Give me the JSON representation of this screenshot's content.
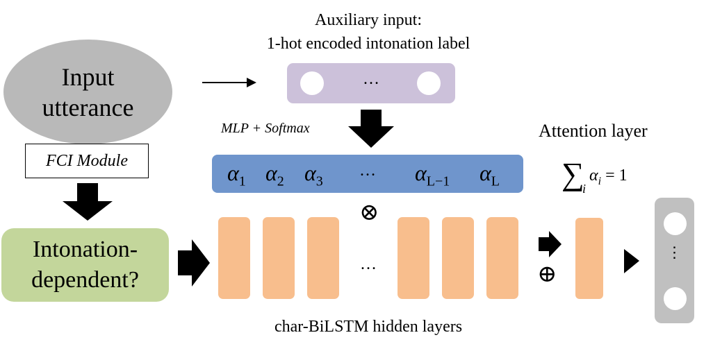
{
  "input_node": {
    "line1": "Input",
    "line2": "utterance"
  },
  "auxiliary": {
    "line1": "Auxiliary  input:",
    "line2": "1-hot encoded  intonation label",
    "dots": "…"
  },
  "mlp_label": "MLP + Softmax",
  "attention": {
    "title": "Attention  layer",
    "formula_sigma": "∑",
    "formula_sub": "i",
    "formula_rest": "α",
    "formula_rest_sub": "i",
    "formula_eq": " = 1"
  },
  "alpha_weights": {
    "symbol": "α",
    "subscripts": [
      "1",
      "2",
      "3",
      "L−1",
      "L"
    ],
    "dots": "…"
  },
  "fci_module": "FCI Module",
  "decision_node": {
    "line1": "Intonation-",
    "line2": "dependent?"
  },
  "operators": {
    "multiply": "⊗",
    "add": "⊕"
  },
  "hidden_layers": {
    "label": "char-BiLSTM  hidden layers",
    "dots": "…"
  },
  "output": {
    "dots": "⋮"
  },
  "colors": {
    "input_node": "#b9b9b9",
    "aux_bar": "#ccc1da",
    "alpha_bar": "#6f95cc",
    "decision_node": "#c3d69b",
    "hidden_bar": "#f8be8d",
    "output_bar": "#c0c0c0"
  }
}
